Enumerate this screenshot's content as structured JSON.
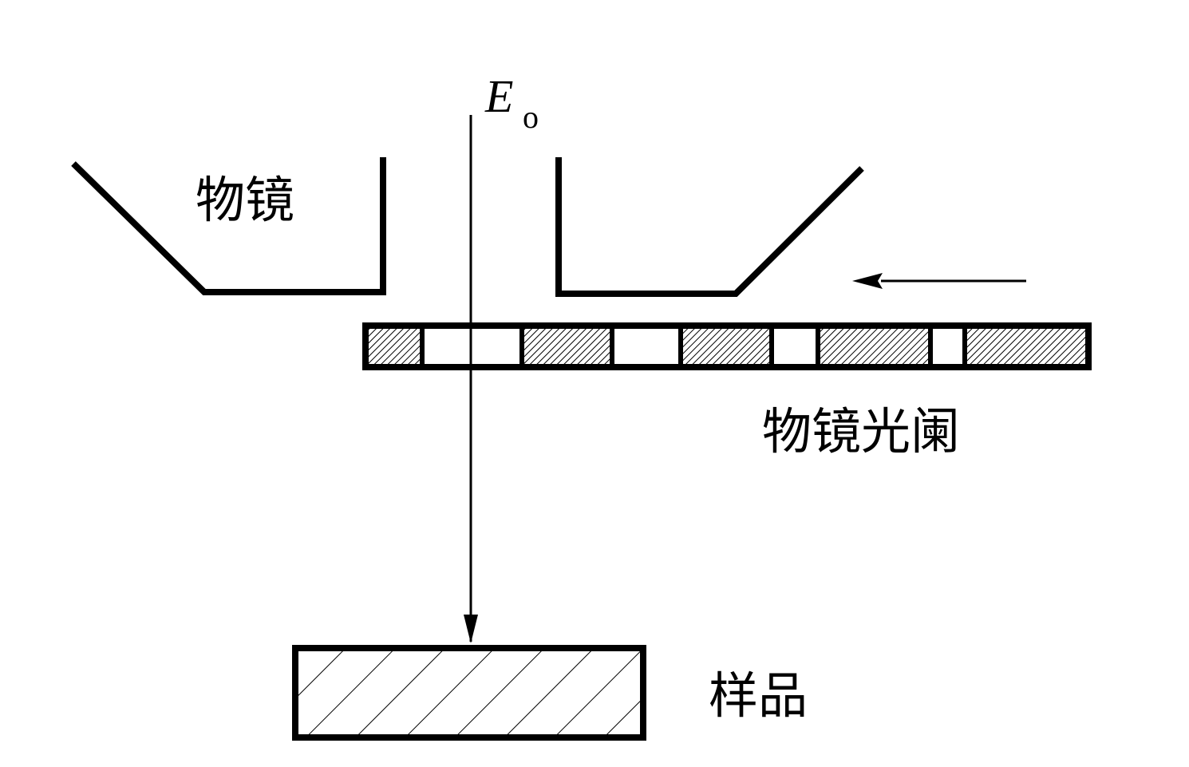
{
  "labels": {
    "objective_lens": "物镜",
    "objective_aperture": "物镜光阑",
    "sample": "样品",
    "beam_symbol": "E",
    "beam_subscript": "o"
  },
  "aperture_strip": {
    "segments": [
      "hatched",
      "open",
      "hatched",
      "open",
      "hatched",
      "open",
      "hatched",
      "open",
      "hatched"
    ]
  },
  "colors": {
    "line": "#000000",
    "background": "#ffffff",
    "hatch": "#000000"
  }
}
